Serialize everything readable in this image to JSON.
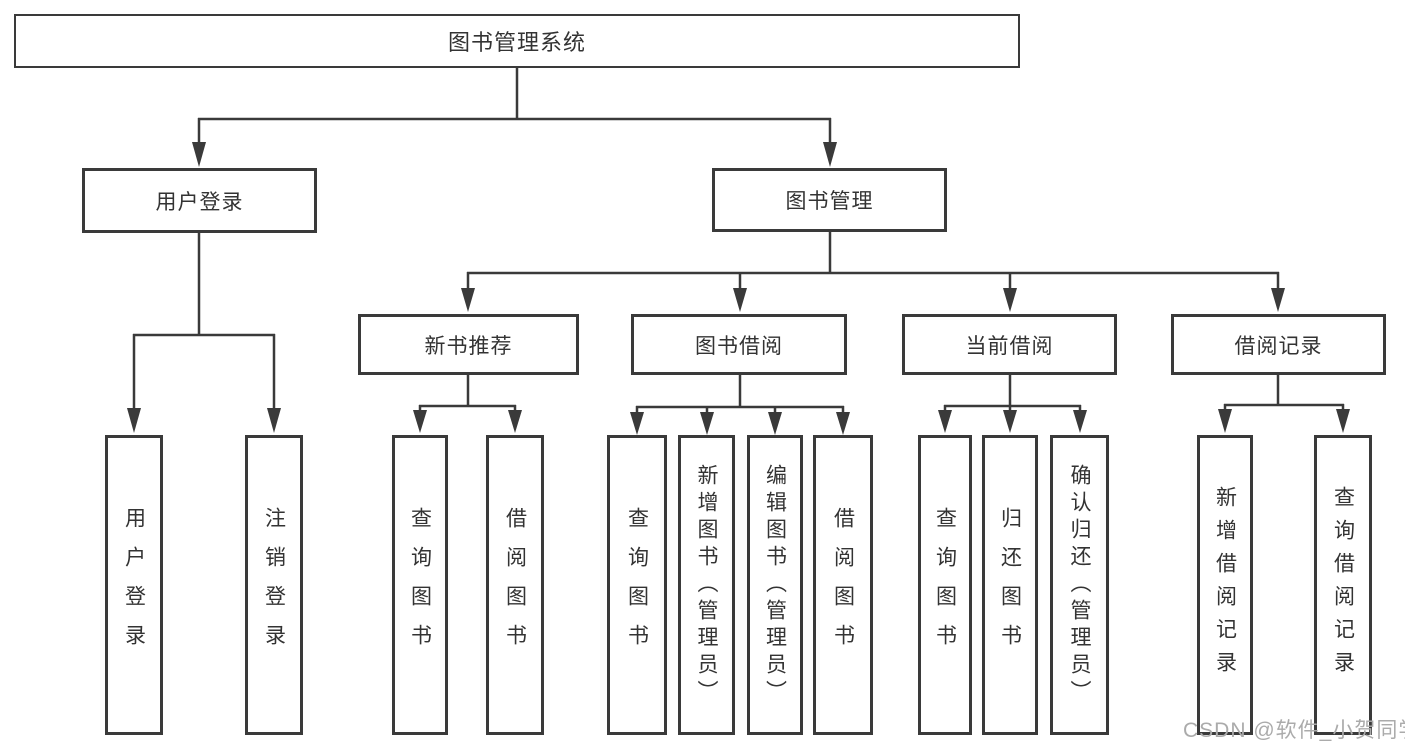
{
  "diagram": {
    "title": "图书管理系统",
    "colors": {
      "background": "#ffffff",
      "line": "#3a3a3a",
      "text": "#333333",
      "watermark": "#ababab"
    },
    "nodes": {
      "root": "图书管理系统",
      "user_login": "用户登录",
      "book_mgmt": "图书管理",
      "new_book_rec": "新书推荐",
      "book_borrow": "图书借阅",
      "current_borrow": "当前借阅",
      "borrow_records": "借阅记录",
      "leaf_user_login": "用户登录",
      "leaf_logout": "注销登录",
      "leaf_query_books_1": "查询图书",
      "leaf_borrow_books_1": "借阅图书",
      "leaf_query_books_2": "查询图书",
      "leaf_add_books": "新增图书（管理员）",
      "leaf_edit_books": "编辑图书（管理员）",
      "leaf_borrow_books_2": "借阅图书",
      "leaf_query_books_3": "查询图书",
      "leaf_return_books": "归还图书",
      "leaf_confirm_return": "确认归还（管理员）",
      "leaf_add_record": "新增借阅记录",
      "leaf_query_record": "查询借阅记录"
    },
    "edges": [
      {
        "from": "图书管理系统",
        "to": "用户登录"
      },
      {
        "from": "图书管理系统",
        "to": "图书管理"
      },
      {
        "from": "用户登录",
        "to": "用户登录"
      },
      {
        "from": "用户登录",
        "to": "注销登录"
      },
      {
        "from": "图书管理",
        "to": "新书推荐"
      },
      {
        "from": "图书管理",
        "to": "图书借阅"
      },
      {
        "from": "图书管理",
        "to": "当前借阅"
      },
      {
        "from": "图书管理",
        "to": "借阅记录"
      },
      {
        "from": "新书推荐",
        "to": "查询图书"
      },
      {
        "from": "新书推荐",
        "to": "借阅图书"
      },
      {
        "from": "图书借阅",
        "to": "查询图书"
      },
      {
        "from": "图书借阅",
        "to": "新增图书（管理员）"
      },
      {
        "from": "图书借阅",
        "to": "编辑图书（管理员）"
      },
      {
        "from": "图书借阅",
        "to": "借阅图书"
      },
      {
        "from": "当前借阅",
        "to": "查询图书"
      },
      {
        "from": "当前借阅",
        "to": "归还图书"
      },
      {
        "from": "当前借阅",
        "to": "确认归还（管理员）"
      },
      {
        "from": "借阅记录",
        "to": "新增借阅记录"
      },
      {
        "from": "借阅记录",
        "to": "查询借阅记录"
      }
    ],
    "watermark": "CSDN @软件_小贺同学"
  }
}
